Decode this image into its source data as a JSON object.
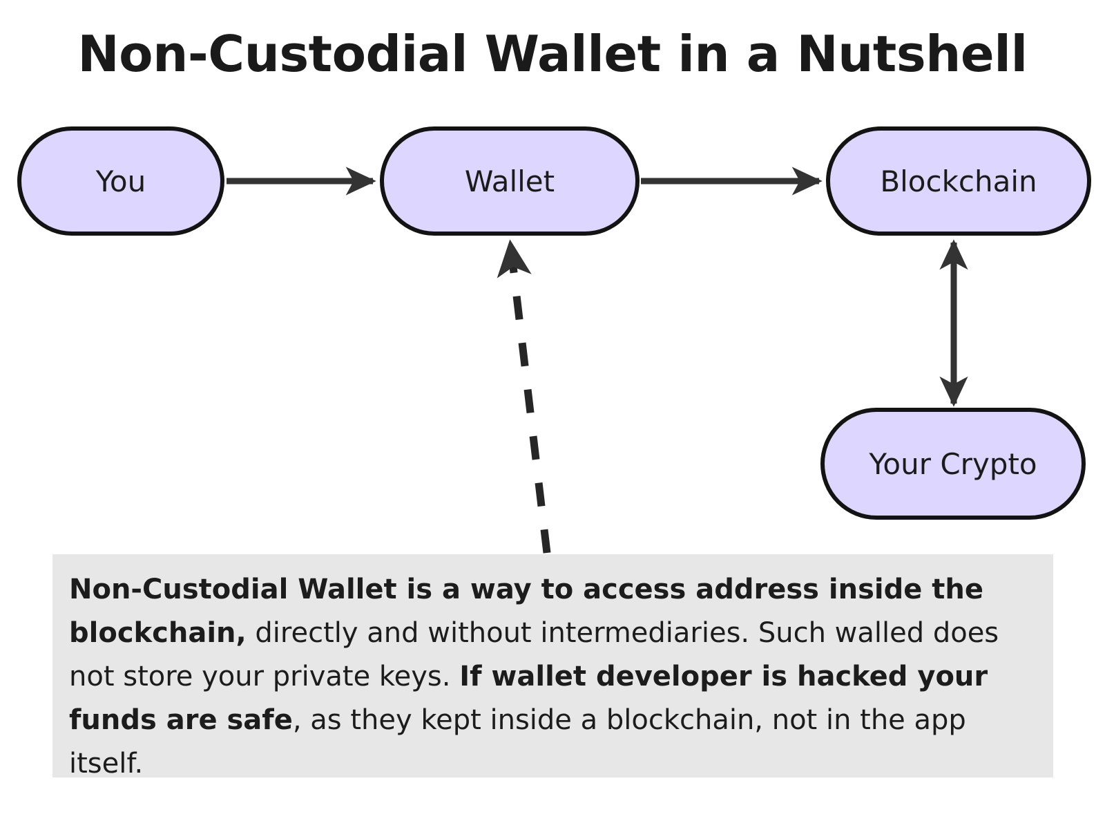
{
  "title": "Non-Custodial Wallet in a Nutshell",
  "colors": {
    "node_fill": "#ddd6fe",
    "node_border": "#131313",
    "edge": "#333333",
    "callout_bg": "#e7e7e7",
    "text": "#1a1a1a",
    "page_bg": "#ffffff"
  },
  "nodes": [
    {
      "id": "you",
      "label": "You"
    },
    {
      "id": "wallet",
      "label": "Wallet"
    },
    {
      "id": "blockchain",
      "label": "Blockchain"
    },
    {
      "id": "crypto",
      "label": "Your Crypto"
    }
  ],
  "edges": [
    {
      "from": "you",
      "to": "wallet",
      "style": "solid",
      "direction": "forward"
    },
    {
      "from": "wallet",
      "to": "blockchain",
      "style": "solid",
      "direction": "forward"
    },
    {
      "from": "blockchain",
      "to": "crypto",
      "style": "solid",
      "direction": "both"
    },
    {
      "from": "callout",
      "to": "wallet",
      "style": "dashed",
      "direction": "forward"
    }
  ],
  "callout": {
    "segments": [
      {
        "text": "Non-Custodial Wallet is a way to access address inside the blockchain,",
        "bold": true
      },
      {
        "text": " directly and without intermediaries. Such walled does not store your private keys. ",
        "bold": false
      },
      {
        "text": "If wallet developer is hacked your funds are safe",
        "bold": true
      },
      {
        "text": ", as they kept inside a blockchain, not in the app itself.",
        "bold": false
      }
    ]
  }
}
